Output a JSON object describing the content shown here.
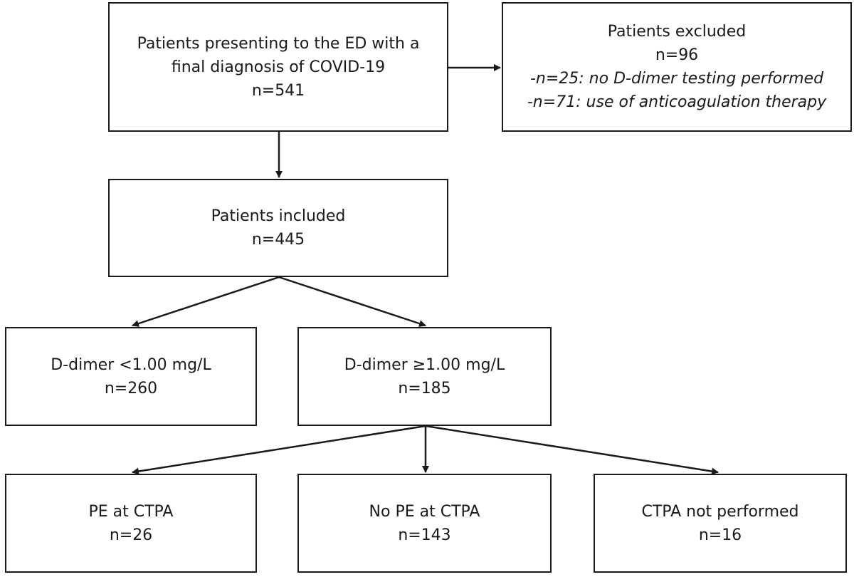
{
  "boxes": {
    "screened": {
      "line1": "Patients presenting to the ED with a",
      "line2": "final diagnosis of COVID-19",
      "count": "n=541"
    },
    "excluded": {
      "title": "Patients excluded",
      "count": "n=96",
      "reason1": "-n=25: no D-dimer testing performed",
      "reason2": "-n=71: use of anticoagulation therapy"
    },
    "included": {
      "title": "Patients included",
      "count": "n=445"
    },
    "ddimer_low": {
      "title": "D-dimer <1.00 mg/L",
      "count": "n=260"
    },
    "ddimer_high": {
      "title": "D-dimer ≥1.00 mg/L",
      "count": "n=185"
    },
    "pe_ctpa": {
      "title": "PE at CTPA",
      "count": "n=26"
    },
    "no_pe_ctpa": {
      "title": "No PE at CTPA",
      "count": "n=143"
    },
    "ctpa_not_performed": {
      "title": "CTPA not performed",
      "count": "n=16"
    }
  },
  "colors": {
    "line": "#1a1a1a",
    "background": "#ffffff"
  }
}
